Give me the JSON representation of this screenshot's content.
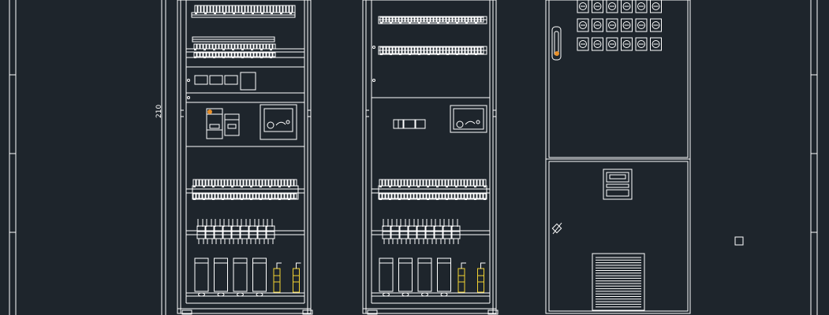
{
  "drawing": {
    "background": "#1e252c",
    "line_color": "#ffffff",
    "accent_yellow": "#f2d232",
    "accent_orange": "#e8902a",
    "accent_cyan": "#39c4d8",
    "dimension_label": "210"
  },
  "cabinets": [
    {
      "name": "cabinet-1",
      "modules": [
        "top-terminal-block",
        "relay-terminal-rail",
        "breaker-row",
        "meter-panel",
        "terminal-rail",
        "fuse-holder-rail",
        "capacitor-row"
      ]
    },
    {
      "name": "cabinet-2",
      "modules": [
        "top-terminal-block",
        "relay-terminal-rail",
        "meter-panel",
        "terminal-rail",
        "fuse-holder-rail",
        "capacitor-row"
      ]
    },
    {
      "name": "cabinet-3-front-door",
      "modules": [
        "indicator-lamp-grid",
        "door-handle",
        "controller-display",
        "vent-grille"
      ]
    }
  ]
}
